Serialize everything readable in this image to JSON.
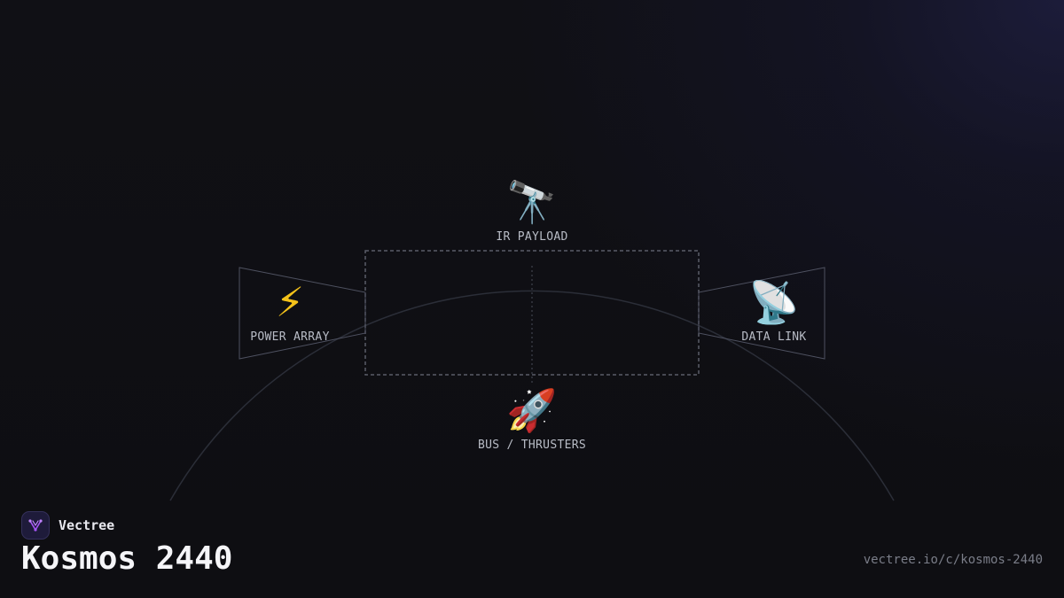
{
  "diagram": {
    "nodes": {
      "top": {
        "label": "IR PAYLOAD",
        "icon": "telescope-icon",
        "glyph": "🔭"
      },
      "left": {
        "label": "POWER ARRAY",
        "icon": "lightning-bolt-icon",
        "glyph": "⚡"
      },
      "right": {
        "label": "DATA LINK",
        "icon": "satellite-dish-icon",
        "glyph": "📡"
      },
      "bottom": {
        "label": "BUS / THRUSTERS",
        "icon": "rocket-icon",
        "glyph": "🚀"
      }
    },
    "colors": {
      "frame": "#5a5d68",
      "arc": "#2b2e38",
      "accent": "#a855f7"
    }
  },
  "brand": {
    "name": "Vectree",
    "logo_icon": "vectree-logo-icon"
  },
  "title": "Kosmos 2440",
  "url": "vectree.io/c/kosmos-2440"
}
